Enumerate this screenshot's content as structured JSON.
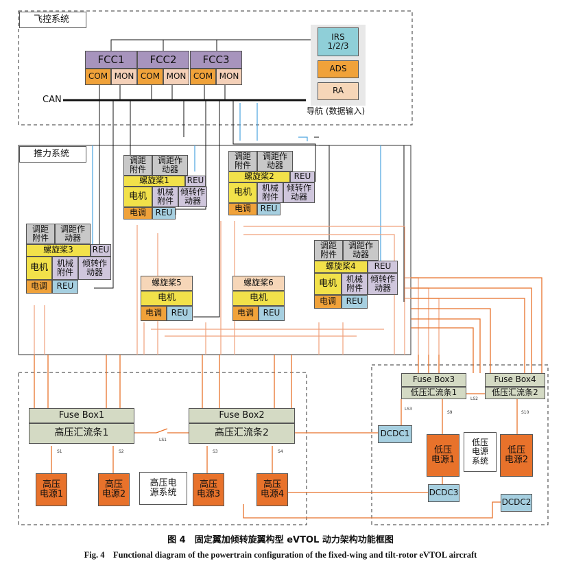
{
  "flight_control": {
    "title": "飞控系统",
    "fcc": [
      {
        "name": "FCC1",
        "com": "COM",
        "mon": "MON"
      },
      {
        "name": "FCC2",
        "com": "COM",
        "mon": "MON"
      },
      {
        "name": "FCC3",
        "com": "COM",
        "mon": "MON"
      }
    ],
    "can_label": "CAN",
    "nav_irs": "IRS\n1/2/3",
    "nav_ads": "ADS",
    "nav_ra": "RA",
    "nav_label": "导航 (数据输入)"
  },
  "propulsion": {
    "title": "推力系统",
    "pitch_attach": "调距\n附件",
    "pitch_actuator": "调距作\n动器",
    "motor": "电机",
    "mech_attach": "机械\n附件",
    "tilt_actuator": "倾转作\n动器",
    "esc": "电调",
    "reu": "REU",
    "props": [
      "螺旋桨1",
      "螺旋桨2",
      "螺旋桨3",
      "螺旋桨4",
      "螺旋桨5",
      "螺旋桨6"
    ]
  },
  "hv_system": {
    "fuse1": "Fuse Box1",
    "bus1": "高压汇流条1",
    "fuse2": "Fuse Box2",
    "bus2": "高压汇流条2",
    "ls1": "LS1",
    "switches": [
      "S1",
      "S2",
      "S3",
      "S4"
    ],
    "sources": [
      "高压\n电源1",
      "高压\n电源2",
      "高压\n电源3",
      "高压\n电源4"
    ],
    "label": "高压电\n源系统"
  },
  "lv_system": {
    "fuse3": "Fuse Box3",
    "bus1": "低压汇流条1",
    "fuse4": "Fuse Box4",
    "bus2": "低压汇流条2",
    "ls2": "LS2",
    "switches": [
      "LS3",
      "S9",
      "S10"
    ],
    "dcdc": [
      "DCDC1",
      "DCDC2",
      "DCDC3"
    ],
    "sources": [
      "低压\n电源1",
      "低压\n电源2"
    ],
    "label": "低压\n电源\n系统"
  },
  "caption": {
    "cn": "图 4　固定翼加倾转旋翼构型 eVTOL 动力架构功能框图",
    "en": "Fig. 4　Functional diagram of the powertrain configuration of the fixed-wing and tilt-rotor eVTOL aircraft"
  }
}
